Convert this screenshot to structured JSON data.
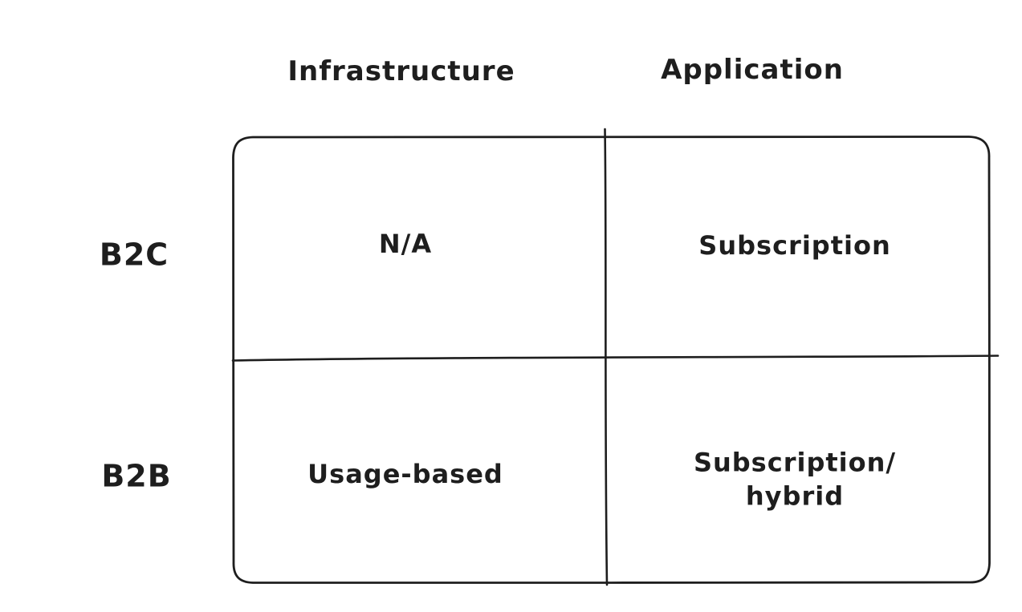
{
  "colors": {
    "stroke": "#1e1e1e",
    "canvas_background": "#ffffff"
  },
  "matrix": {
    "columns": [
      {
        "label": "Infrastructure"
      },
      {
        "label": "Application"
      }
    ],
    "rows": [
      {
        "label": "B2C"
      },
      {
        "label": "B2B"
      }
    ],
    "cells": [
      {
        "row": "B2C",
        "column": "Infrastructure",
        "value": "N/A"
      },
      {
        "row": "B2C",
        "column": "Application",
        "value": "Subscription"
      },
      {
        "row": "B2B",
        "column": "Infrastructure",
        "value": "Usage-based"
      },
      {
        "row": "B2B",
        "column": "Application",
        "value": "Subscription/\nhybrid"
      }
    ]
  }
}
